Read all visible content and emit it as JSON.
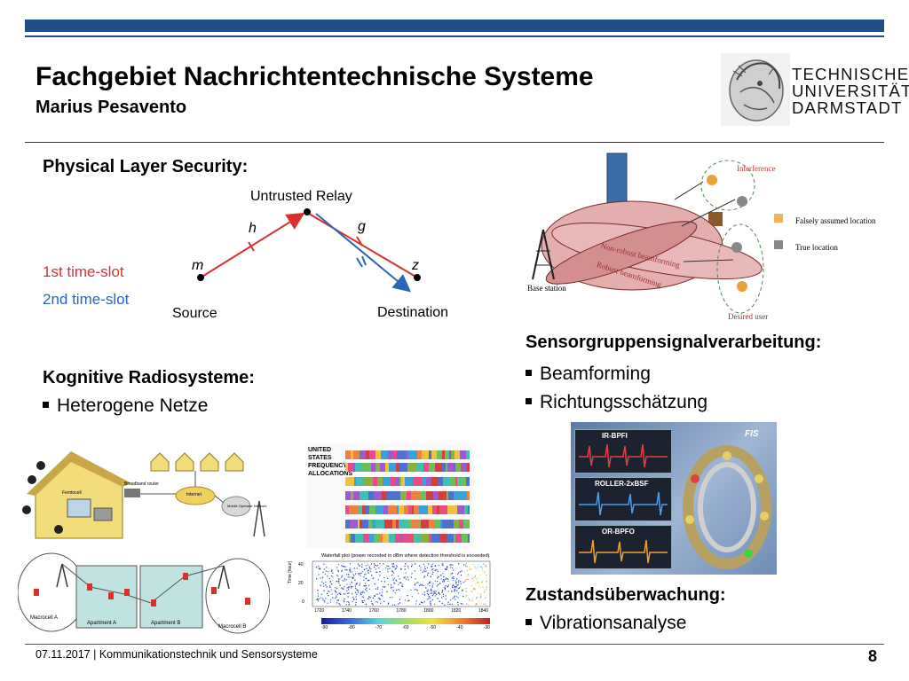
{
  "header": {
    "title": "Fachgebiet Nachrichtentechnische Systeme",
    "subtitle": "Marius Pesavento",
    "logo": {
      "line1": "TECHNISCHE",
      "line2": "UNIVERSITÄT",
      "line3": "DARMSTADT"
    }
  },
  "sections": {
    "physical_layer": {
      "heading": "Physical Layer Security:",
      "diagram": {
        "relay": "Untrusted Relay",
        "h": "h",
        "g": "g",
        "m": "m",
        "z": "z",
        "slot1": "1st time-slot",
        "slot2": "2nd time-slot",
        "source": "Source",
        "destination": "Destination"
      }
    },
    "sensor_array": {
      "heading": "Sensorgruppensignalverarbeitung:",
      "bullets": [
        "Beamforming",
        "Richtungsschätzung"
      ],
      "beam_diagram": {
        "interference": "Interference",
        "falsely_assumed": "Falsely assumed location",
        "true_location": "True location",
        "non_robust": "Non-robust beamforming",
        "robust": "Robust beamforming",
        "base_station": "Base station",
        "desired_user": "Desired user"
      }
    },
    "cognitive_radio": {
      "heading": "Kognitive Radiosysteme:",
      "bullets": [
        "Heterogene Netze"
      ],
      "network_diagram": {
        "femtocell": "Femtocell",
        "broadband": "Broadband router",
        "internet": "Internet",
        "mobile_operator": "Mobile Operator Network",
        "macrocell_a": "Macrocell A",
        "macrocell_b": "Macrocell B",
        "apartment_a": "Apartment A",
        "apartment_b": "Apartment B"
      },
      "spectrum_chart": {
        "line1": "UNITED",
        "line2": "STATES",
        "line3": "FREQUENCY",
        "line4": "ALLOCATIONS"
      },
      "waterfall": {
        "caption": "Waterfall plot (power recorded in dBm where detection threshold is exceeded)",
        "ylabel": "Time [hour]",
        "yticks": [
          "40",
          "20",
          "0"
        ],
        "xticks": [
          "1720",
          "1740",
          "1760",
          "1780",
          "1800",
          "1820",
          "1840"
        ],
        "cticks": [
          "-90",
          "-80",
          "-70",
          "-60",
          "-50",
          "-40",
          "-30"
        ]
      }
    },
    "condition_monitoring": {
      "heading": "Zustandsüberwachung:",
      "bullets": [
        "Vibrationsanalyse"
      ],
      "panel": {
        "label1": "IR-BPFI",
        "label2": "ROLLER-2xBSF",
        "label3": "OR-BPFO",
        "brand": "FIS"
      }
    }
  },
  "footer": {
    "text": "07.11.2017 | Kommunikationstechnik und Sensorsysteme",
    "page": "8"
  },
  "colors": {
    "accent": "#1f4e8c",
    "red": "#d9302c",
    "blue": "#2a66b8"
  }
}
